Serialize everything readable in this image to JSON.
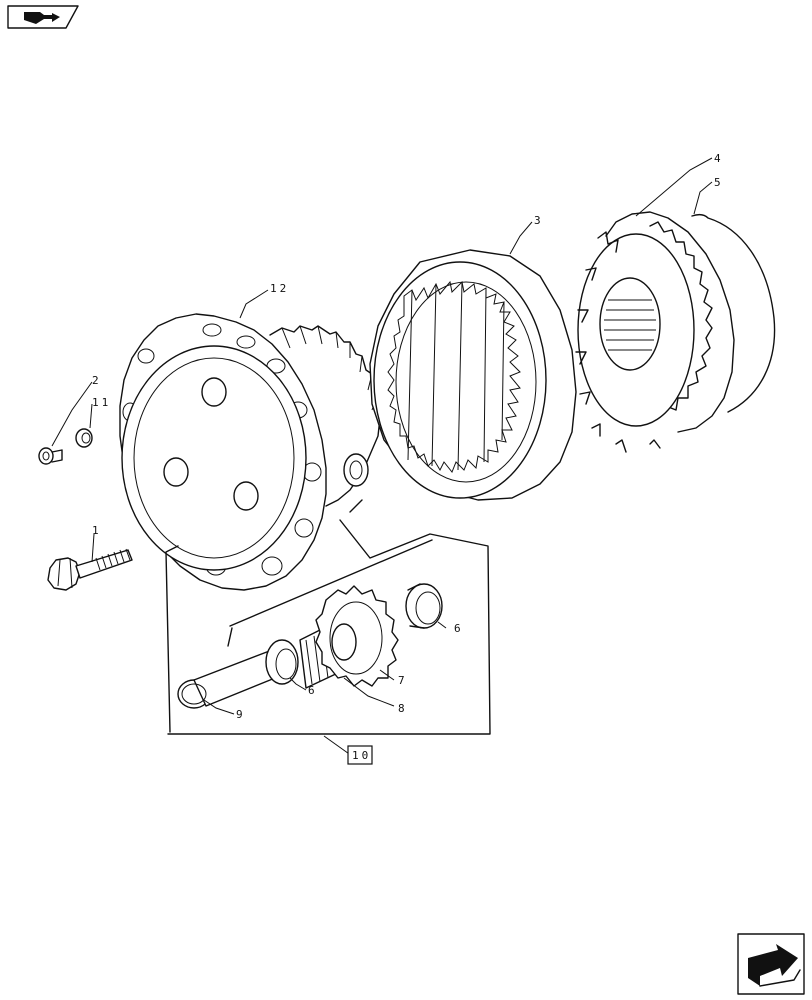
{
  "callouts": [
    {
      "id": "c1",
      "text": "1"
    },
    {
      "id": "c2",
      "text": "2"
    },
    {
      "id": "c3",
      "text": "3"
    },
    {
      "id": "c4",
      "text": "4"
    },
    {
      "id": "c5",
      "text": "5"
    },
    {
      "id": "c6a",
      "text": "6"
    },
    {
      "id": "c6b",
      "text": "6"
    },
    {
      "id": "c7",
      "text": "7"
    },
    {
      "id": "c8",
      "text": "8"
    },
    {
      "id": "c9",
      "text": "9"
    },
    {
      "id": "c10",
      "text": "10"
    },
    {
      "id": "c11",
      "text": "11"
    },
    {
      "id": "c12",
      "text": "12"
    }
  ],
  "icons": {
    "top_left": "book-arrow-icon",
    "bottom_right": "next-arrow-icon"
  }
}
